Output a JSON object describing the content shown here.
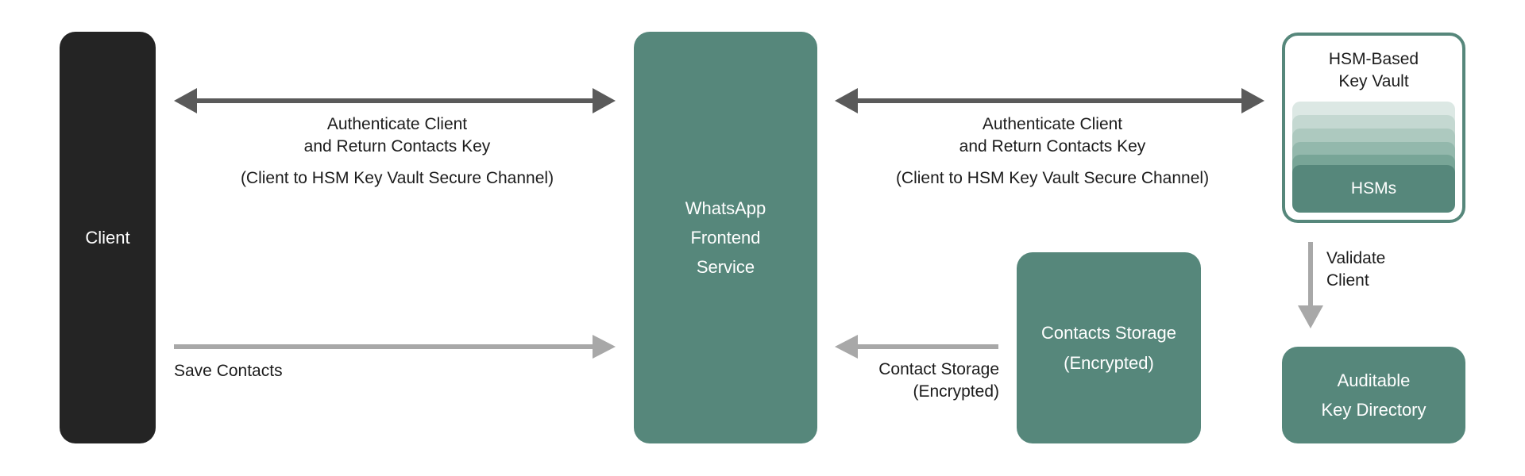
{
  "nodes": {
    "client": "Client",
    "frontend": [
      "WhatsApp",
      "Frontend",
      "Service"
    ],
    "hsm_vault_title": [
      "HSM-Based",
      "Key Vault"
    ],
    "hsms": "HSMs",
    "contacts_storage": [
      "Contacts Storage",
      "(Encrypted)"
    ],
    "key_directory": [
      "Auditable",
      "Key Directory"
    ]
  },
  "edges": {
    "client_frontend_auth": {
      "line1": "Authenticate Client",
      "line2": "and Return Contacts Key",
      "line3": "(Client to HSM Key Vault Secure Channel)"
    },
    "frontend_vault_auth": {
      "line1": "Authenticate Client",
      "line2": "and Return Contacts Key",
      "line3": "(Client to HSM Key Vault Secure Channel)"
    },
    "save_contacts": "Save Contacts",
    "contact_storage": [
      "Contact Storage",
      "(Encrypted)"
    ],
    "validate_client": [
      "Validate",
      "Client"
    ]
  },
  "colors": {
    "client_fill": "#242424",
    "node_fill": "#56877b",
    "arrow_dark": "#5a5a5a",
    "arrow_light": "#a8a8a8",
    "hsm_layers": [
      "#dce8e4",
      "#c4d8d1",
      "#adc9bf",
      "#93b8ac",
      "#78a597"
    ]
  }
}
